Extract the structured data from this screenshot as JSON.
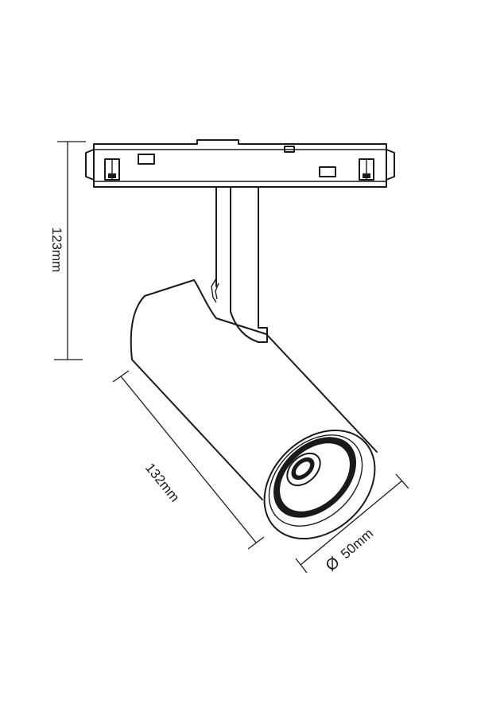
{
  "dimensions": {
    "height": "123mm",
    "length": "132mm",
    "diameter_symbol": "Ø",
    "diameter": "50mm"
  },
  "colors": {
    "line": "#1a1a1a",
    "background": "#ffffff"
  }
}
